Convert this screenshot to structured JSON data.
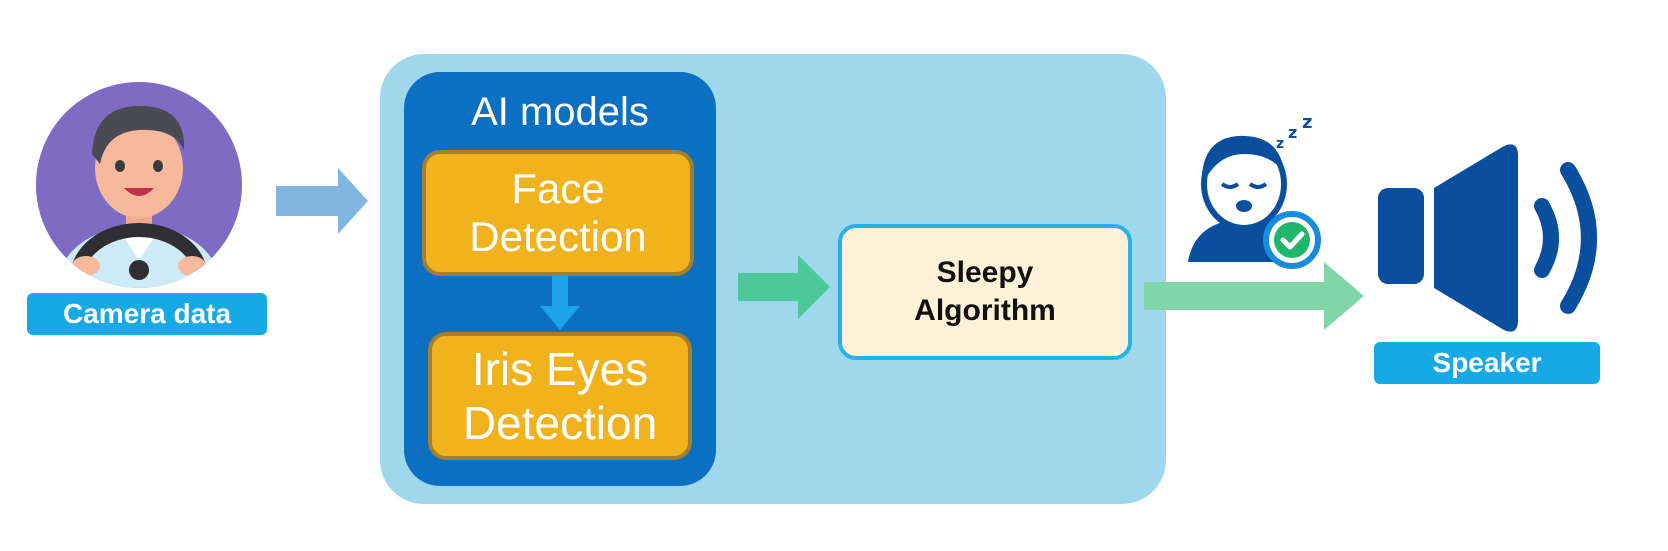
{
  "camera": {
    "label": "Camera data",
    "icon": "driver-at-wheel-icon"
  },
  "pipeline": {
    "ai_models_title": "AI models",
    "face_detection": [
      "Face",
      "Detection"
    ],
    "iris_detection": [
      "Iris Eyes",
      "Detection"
    ],
    "sleepy_algorithm": [
      "Sleepy",
      "Algorithm"
    ]
  },
  "sleep_icon": "sleeping-person-check-icon",
  "speaker": {
    "label": "Speaker",
    "icon": "speaker-icon"
  },
  "colors": {
    "panel": "#9fd7ec",
    "ai_box": "#0b6fc2",
    "model_box": "#f0b21d",
    "label_pill": "#17a9e6",
    "speaker": "#0a4f9e",
    "arrow_blue": "#80b6e0",
    "arrow_green": "#4dc89a"
  }
}
